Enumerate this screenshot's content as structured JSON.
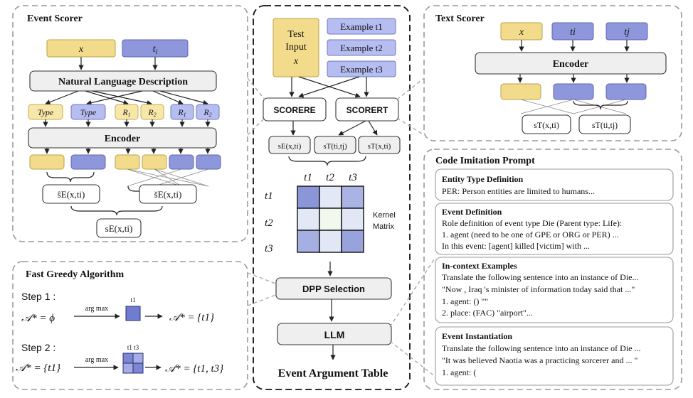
{
  "event_scorer": {
    "title": "Event Scorer",
    "input_x": "x",
    "input_ti": "t",
    "input_ti_sub": "i",
    "nld": "Natural Language Description",
    "slots": [
      {
        "label": "Type",
        "sub": "",
        "color": "yellow"
      },
      {
        "label": "Type",
        "sub": "",
        "color": "blue"
      },
      {
        "label": "R",
        "sub": "1",
        "color": "yellow"
      },
      {
        "label": "R",
        "sub": "2",
        "color": "yellow"
      },
      {
        "label": "R",
        "sub": "1",
        "color": "blue"
      },
      {
        "label": "R",
        "sub": "2",
        "color": "blue"
      }
    ],
    "encoder": "Encoder",
    "score_hat": "ŝE(x,ti)",
    "score_check": "šE(x,ti)",
    "score_final": "sE(x,ti)"
  },
  "center": {
    "test_input": [
      "Test",
      "Input",
      "x"
    ],
    "examples": [
      "Example t1",
      "Example t2",
      "Example t3"
    ],
    "scorer_e": "SCORERE",
    "scorer_t": "SCORERT",
    "scores": [
      "sE(x,ti)",
      "sT(ti,tj)",
      "sT(x,ti)"
    ],
    "matrix_cols": [
      "t1",
      "t2",
      "t3"
    ],
    "matrix_rows": [
      "t1",
      "t2",
      "t3"
    ],
    "kernel_label": [
      "Kernel",
      "Matrix"
    ],
    "matrix_colors": [
      [
        "#8a96d8",
        "#e3e8f6",
        "#aab3e4"
      ],
      [
        "#e3e8f6",
        "#f3f8ef",
        "#e2e7f6"
      ],
      [
        "#a6afe2",
        "#e2e7f6",
        "#98a2dc"
      ]
    ],
    "dpp": "DPP Selection",
    "llm": "LLM",
    "output": "Event Argument Table"
  },
  "text_scorer": {
    "title": "Text Scorer",
    "inputs": [
      "x",
      "ti",
      "tj"
    ],
    "encoder": "Encoder",
    "scores": [
      "sT(x,ti)",
      "sT(ti,tj)"
    ]
  },
  "fast_greedy": {
    "title": "Fast Greedy Algorithm",
    "step1": "Step 1 :",
    "step1_lhs": "𝒜* = ϕ",
    "argmax": "arg max",
    "step1_top": "t1",
    "step1_rhs": "𝒜* = {t1}",
    "step2": "Step 2 :",
    "step2_lhs": "𝒜* = {t1}",
    "step2_top": "t1 t3",
    "step2_rhs": "𝒜* = {t1, t3}"
  },
  "prompt": {
    "title": "Code Imitation Prompt",
    "entity_title": "Entity Type Definition",
    "entity_line": "PER: Person entities are limited to humans...",
    "event_title": "Event Definition",
    "event_lines": [
      "Role definition of event type Die (Parent type: Life):",
      "1. agent (need to be one of GPE or ORG or PER) ...",
      "In this event: [agent] killed [victim] with ..."
    ],
    "icl_title": "In-context Examples",
    "icl_line": "Translate the following sentence into an instance of Die...",
    "icl_blue": [
      "\"Now , Iraq 's minister of information today said that ...\"",
      "1. agent: () \"\"",
      "2. place: (FAC) \"airport\"..."
    ],
    "inst_title": "Event Instantiation",
    "inst_line": "Translate the following sentence into an instance of Die ...",
    "inst_gold": [
      "\"It was believed Naotia was a practicing sorcerer and ... \"",
      "1. agent: ("
    ],
    "blue_color": "#5c67b8",
    "gold_color": "#c9ad55"
  }
}
